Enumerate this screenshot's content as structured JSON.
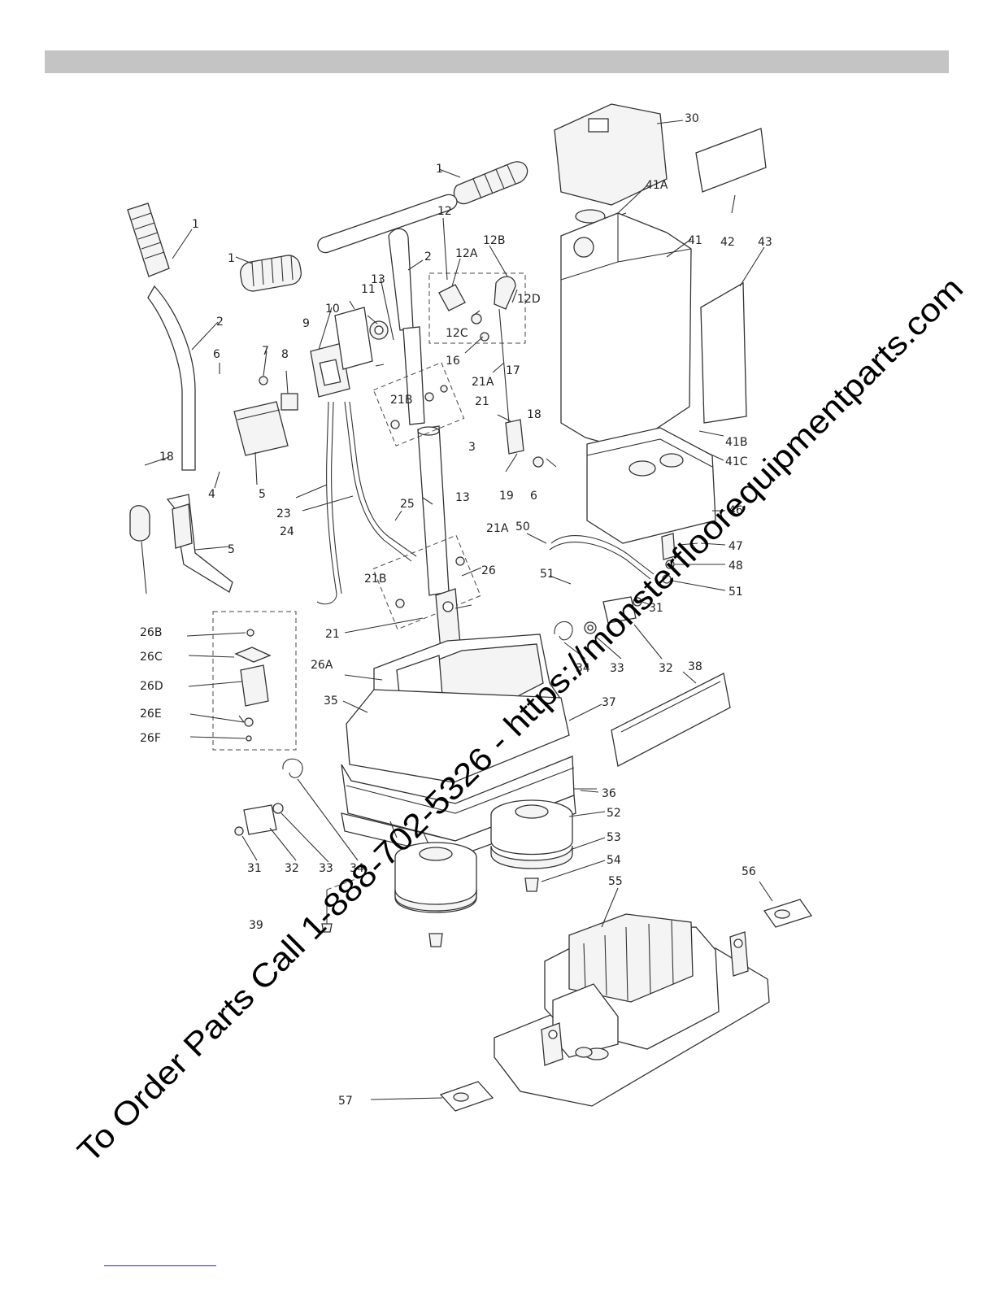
{
  "watermark": "To Order Parts Call 1-888-702-5326 - https://monsterfloorequipmentparts.com",
  "parts": [
    {
      "key": "p1a",
      "label": "1"
    },
    {
      "key": "p1b",
      "label": "1"
    },
    {
      "key": "p1c",
      "label": "1"
    },
    {
      "key": "p2a",
      "label": "2"
    },
    {
      "key": "p2b",
      "label": "2"
    },
    {
      "key": "p3",
      "label": "3"
    },
    {
      "key": "p4",
      "label": "4"
    },
    {
      "key": "p5a",
      "label": "5"
    },
    {
      "key": "p5b",
      "label": "5"
    },
    {
      "key": "p6a",
      "label": "6"
    },
    {
      "key": "p6b",
      "label": "6"
    },
    {
      "key": "p7",
      "label": "7"
    },
    {
      "key": "p8",
      "label": "8"
    },
    {
      "key": "p9",
      "label": "9"
    },
    {
      "key": "p10",
      "label": "10"
    },
    {
      "key": "p11",
      "label": "11"
    },
    {
      "key": "p12",
      "label": "12"
    },
    {
      "key": "p12a",
      "label": "12A"
    },
    {
      "key": "p12b",
      "label": "12B"
    },
    {
      "key": "p12c",
      "label": "12C"
    },
    {
      "key": "p12d",
      "label": "12D"
    },
    {
      "key": "p13a",
      "label": "13"
    },
    {
      "key": "p13b",
      "label": "13"
    },
    {
      "key": "p16",
      "label": "16"
    },
    {
      "key": "p17",
      "label": "17"
    },
    {
      "key": "p18a",
      "label": "18"
    },
    {
      "key": "p18b",
      "label": "18"
    },
    {
      "key": "p19",
      "label": "19"
    },
    {
      "key": "p21a",
      "label": "21"
    },
    {
      "key": "p21b",
      "label": "21"
    },
    {
      "key": "p21A1",
      "label": "21A"
    },
    {
      "key": "p21A2",
      "label": "21A"
    },
    {
      "key": "p21B1",
      "label": "21B"
    },
    {
      "key": "p21B2",
      "label": "21B"
    },
    {
      "key": "p23",
      "label": "23"
    },
    {
      "key": "p24",
      "label": "24"
    },
    {
      "key": "p25",
      "label": "25"
    },
    {
      "key": "p26",
      "label": "26"
    },
    {
      "key": "p26a",
      "label": "26A"
    },
    {
      "key": "p26b",
      "label": "26B"
    },
    {
      "key": "p26c",
      "label": "26C"
    },
    {
      "key": "p26d",
      "label": "26D"
    },
    {
      "key": "p26e",
      "label": "26E"
    },
    {
      "key": "p26f",
      "label": "26F"
    },
    {
      "key": "p30",
      "label": "30"
    },
    {
      "key": "p31a",
      "label": "31"
    },
    {
      "key": "p31b",
      "label": "31"
    },
    {
      "key": "p32a",
      "label": "32"
    },
    {
      "key": "p32b",
      "label": "32"
    },
    {
      "key": "p33a",
      "label": "33"
    },
    {
      "key": "p33b",
      "label": "33"
    },
    {
      "key": "p34a",
      "label": "34"
    },
    {
      "key": "p34b",
      "label": "34"
    },
    {
      "key": "p35",
      "label": "35"
    },
    {
      "key": "p36",
      "label": "36"
    },
    {
      "key": "p37",
      "label": "37"
    },
    {
      "key": "p38",
      "label": "38"
    },
    {
      "key": "p39",
      "label": "39"
    },
    {
      "key": "p41",
      "label": "41"
    },
    {
      "key": "p41a",
      "label": "41A"
    },
    {
      "key": "p41b",
      "label": "41B"
    },
    {
      "key": "p41c",
      "label": "41C"
    },
    {
      "key": "p42",
      "label": "42"
    },
    {
      "key": "p43",
      "label": "43"
    },
    {
      "key": "p46",
      "label": "46"
    },
    {
      "key": "p47",
      "label": "47"
    },
    {
      "key": "p48",
      "label": "48"
    },
    {
      "key": "p50",
      "label": "50"
    },
    {
      "key": "p51a",
      "label": "51"
    },
    {
      "key": "p51b",
      "label": "51"
    },
    {
      "key": "p52",
      "label": "52"
    },
    {
      "key": "p53",
      "label": "53"
    },
    {
      "key": "p54",
      "label": "54"
    },
    {
      "key": "p55",
      "label": "55"
    },
    {
      "key": "p56",
      "label": "56"
    },
    {
      "key": "p57",
      "label": "57"
    }
  ],
  "colors": {
    "header_bar": "#c4c4c4",
    "line": "#333333",
    "footer_link": "#2a2ad0"
  }
}
